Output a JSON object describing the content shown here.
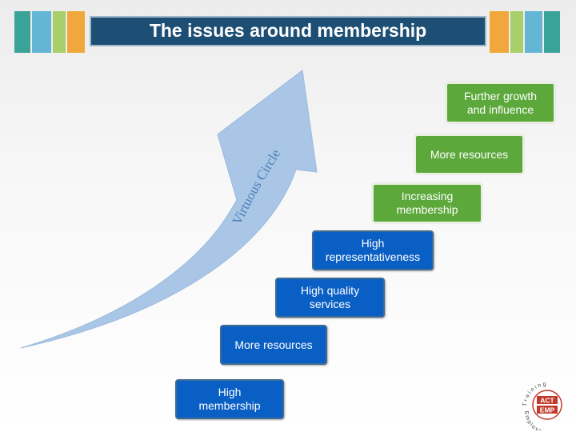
{
  "title": "The issues around membership",
  "arrow_label": "Virtuous Circle",
  "steps": [
    {
      "label": "High\nmembership",
      "color": "blue"
    },
    {
      "label": "More resources",
      "color": "blue"
    },
    {
      "label": "High quality\nservices",
      "color": "blue"
    },
    {
      "label": "High\nrepresentativeness",
      "color": "blue"
    },
    {
      "label": "Increasing\nmembership",
      "color": "green"
    },
    {
      "label": "More resources",
      "color": "green"
    },
    {
      "label": "Further growth\nand influence",
      "color": "green"
    }
  ],
  "logo": {
    "top_text": "Training",
    "center_top": "ACT",
    "center_bottom": "EMP",
    "bottom_text": "Employers"
  },
  "colors": {
    "title_bg": "#1d4e74",
    "step_blue": "#0a5fc4",
    "step_green": "#5ca83b",
    "arrow": "#a9c6e6",
    "logo_red": "#c0392b"
  }
}
